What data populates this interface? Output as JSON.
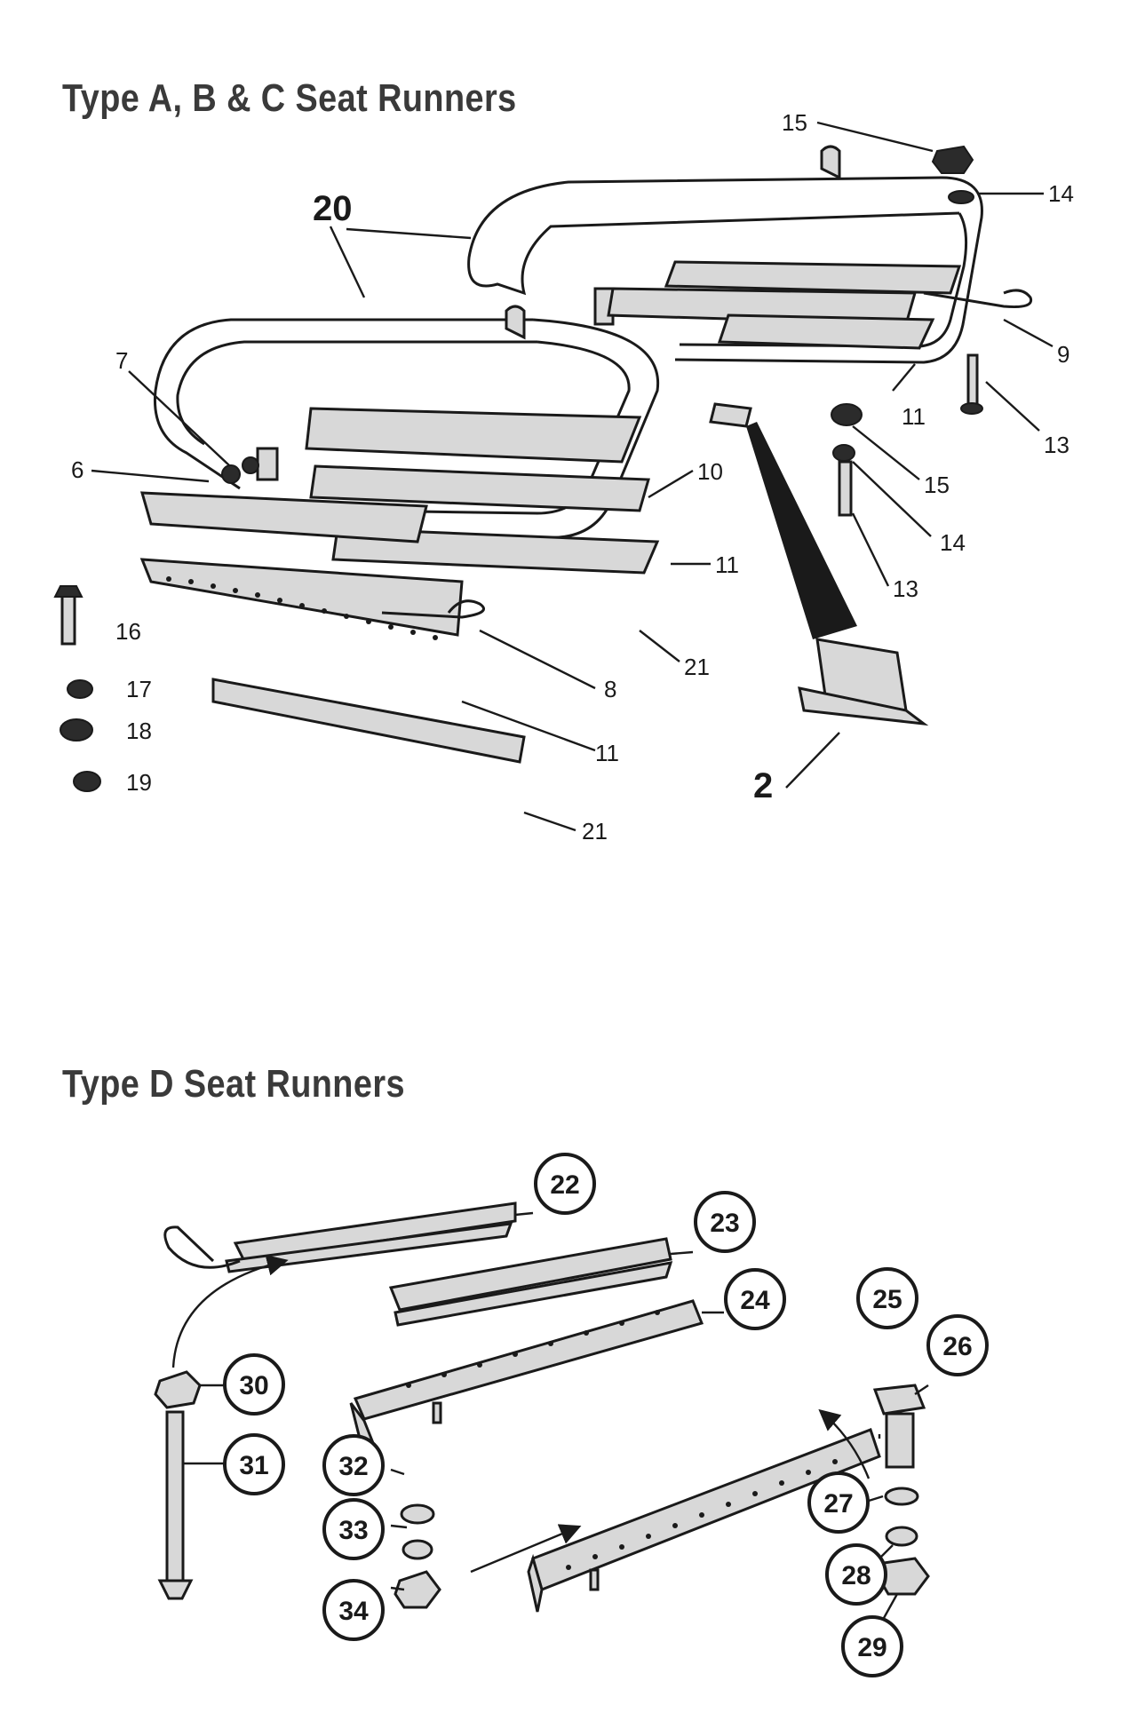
{
  "section_a": {
    "title": "Type A, B & C Seat Runners",
    "labels": {
      "l15_top": "15",
      "l14_top": "14",
      "l20": "20",
      "l9": "9",
      "l7": "7",
      "l11_mid": "11",
      "l13_right": "13",
      "l6": "6",
      "l10": "10",
      "l15_mid": "15",
      "l14_mid": "14",
      "l11_a": "11",
      "l13_mid": "13",
      "l16": "16",
      "l21_a": "21",
      "l17": "17",
      "l8": "8",
      "l18": "18",
      "l11_b": "11",
      "l19": "19",
      "l2": "2",
      "l21_b": "21"
    }
  },
  "section_d": {
    "title": "Type D Seat Runners",
    "callouts": {
      "c22": "22",
      "c23": "23",
      "c24": "24",
      "c25": "25",
      "c26": "26",
      "c30": "30",
      "c31": "31",
      "c32": "32",
      "c33": "33",
      "c27": "27",
      "c34": "34",
      "c28": "28",
      "c29": "29"
    }
  }
}
